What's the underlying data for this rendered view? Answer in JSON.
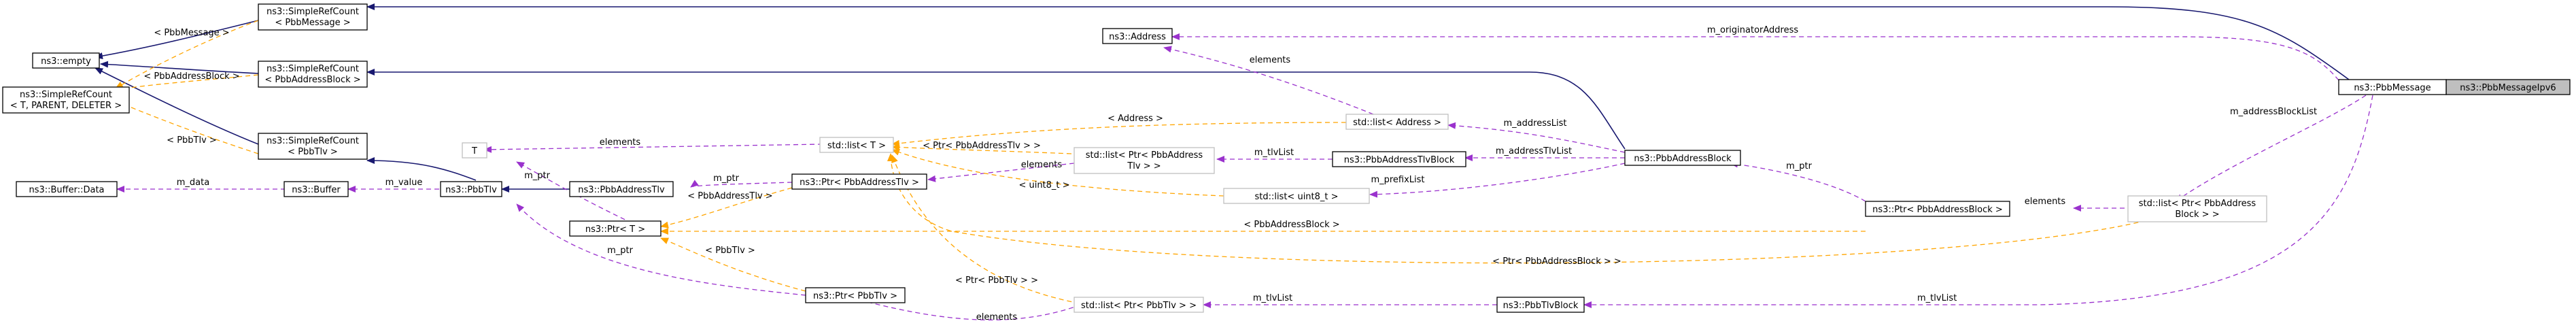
{
  "nodes": {
    "pbb_message_ipv6": "ns3::PbbMessageIpv6",
    "pbb_message": "ns3::PbbMessage",
    "address": "ns3::Address",
    "simple_ref_pbbmessage": [
      "ns3::SimpleRefCount",
      "< PbbMessage >"
    ],
    "empty": "ns3::empty",
    "simple_ref_generic": [
      "ns3::SimpleRefCount",
      "< T, PARENT, DELETER >"
    ],
    "simple_ref_pbbaddressblock": [
      "ns3::SimpleRefCount",
      "< PbbAddressBlock >"
    ],
    "simple_ref_pbbtlv": [
      "ns3::SimpleRefCount",
      "< PbbTlv >"
    ],
    "buffer_data": "ns3::Buffer::Data",
    "buffer": "ns3::Buffer",
    "pbb_tlv": "ns3::PbbTlv",
    "t": "T",
    "std_list_t": "std::list< T >",
    "std_list_address": "std::list< Address >",
    "std_list_ptr_pbbaddresstlv": [
      "std::list< Ptr< PbbAddress",
      "Tlv > >"
    ],
    "pbb_address_tlv_block": "ns3::PbbAddressTlvBlock",
    "pbb_address_block": "ns3::PbbAddressBlock",
    "pbb_address_tlv": "ns3::PbbAddressTlv",
    "ptr_pbbaddresstlv": "ns3::Ptr< PbbAddressTlv >",
    "std_list_uint8": "std::list< uint8_t >",
    "ptr_pbbaddressblock": "ns3::Ptr< PbbAddressBlock >",
    "std_list_ptr_pbbaddressblock": [
      "std::list< Ptr< PbbAddress",
      "Block > >"
    ],
    "ptr_t": "ns3::Ptr< T >",
    "ptr_pbbtlv": "ns3::Ptr< PbbTlv >",
    "std_list_ptr_pbbtlv": "std::list< Ptr< PbbTlv > >",
    "pbb_tlv_block": "ns3::PbbTlvBlock"
  },
  "edge_labels": {
    "m_originator_address": "m_originatorAddress",
    "m_address_block_list": "m_addressBlockList",
    "m_tlv_list_message": "m_tlvList",
    "tpl_pbbmessage": "< PbbMessage >",
    "tpl_pbbaddressblock": "< PbbAddressBlock >",
    "tpl_pbbtlv": "< PbbTlv >",
    "m_data": "m_data",
    "m_value": "m_value",
    "m_ptr_pbbtlv_to_t": "m_ptr",
    "elements_list_t": "elements",
    "tpl_address": "< Address >",
    "tpl_ptr_pbbaddresstlv": "< Ptr< PbbAddressTlv > >",
    "elements_address": "elements",
    "m_address_list": "m_addressList",
    "m_tlv_list_addresstlvblock": "m_tlvList",
    "m_address_tlv_list": "m_addressTlvList",
    "elements_ptr_pbbaddresstlv": "elements",
    "m_ptr_pbbaddresstlv": "m_ptr",
    "tpl_pbbaddresstlv": "< PbbAddressTlv >",
    "tpl_uint8": "< uint8_t >",
    "m_prefix_list": "m_prefixList",
    "m_ptr_pbbaddressblock": "m_ptr",
    "elements_ptr_pbbaddressblock": "elements",
    "tpl_ptr_pbbaddressblock": "< Ptr< PbbAddressBlock > >",
    "tpl_pbbaddressblock_ptr": "< PbbAddressBlock >",
    "tpl_ptr_pbbtlv": "< Ptr< PbbTlv > >",
    "m_ptr_pbbtlv": "m_ptr",
    "tpl_pbbtlv_ptr": "< PbbTlv >",
    "elements_ptr_pbbtlv": "elements",
    "m_tlv_list_tlvblock": "m_tlvList"
  },
  "colors": {
    "inheritance": "#191970",
    "usage": "#9a32cd",
    "template": "#ffa500",
    "focus_fill": "#bfbfbf",
    "undocumented_border": "#bfbfbf"
  }
}
